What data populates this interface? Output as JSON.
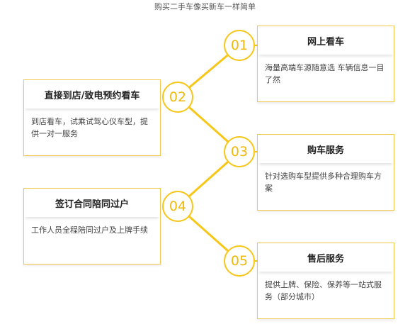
{
  "diagram": {
    "title": "购买二手车像买新车一样简单",
    "accent_color": "#f6c618",
    "steps": [
      {
        "number": "01",
        "heading": "网上看车",
        "description": "海量高端车源随意选 车辆信息一目了然"
      },
      {
        "number": "02",
        "heading": "直接到店/致电预约看车",
        "description": "到店看车，试乘试驾心仪车型，提供一对一服务"
      },
      {
        "number": "03",
        "heading": "购车服务",
        "description": "针对选购车型提供多种合理购车方案"
      },
      {
        "number": "04",
        "heading": "签订合同陪同过户",
        "description": "工作人员全程陪同过户及上牌手续"
      },
      {
        "number": "05",
        "heading": "售后服务",
        "description": "提供上牌、保险、保养等一站式服务（部分城市）"
      }
    ]
  }
}
